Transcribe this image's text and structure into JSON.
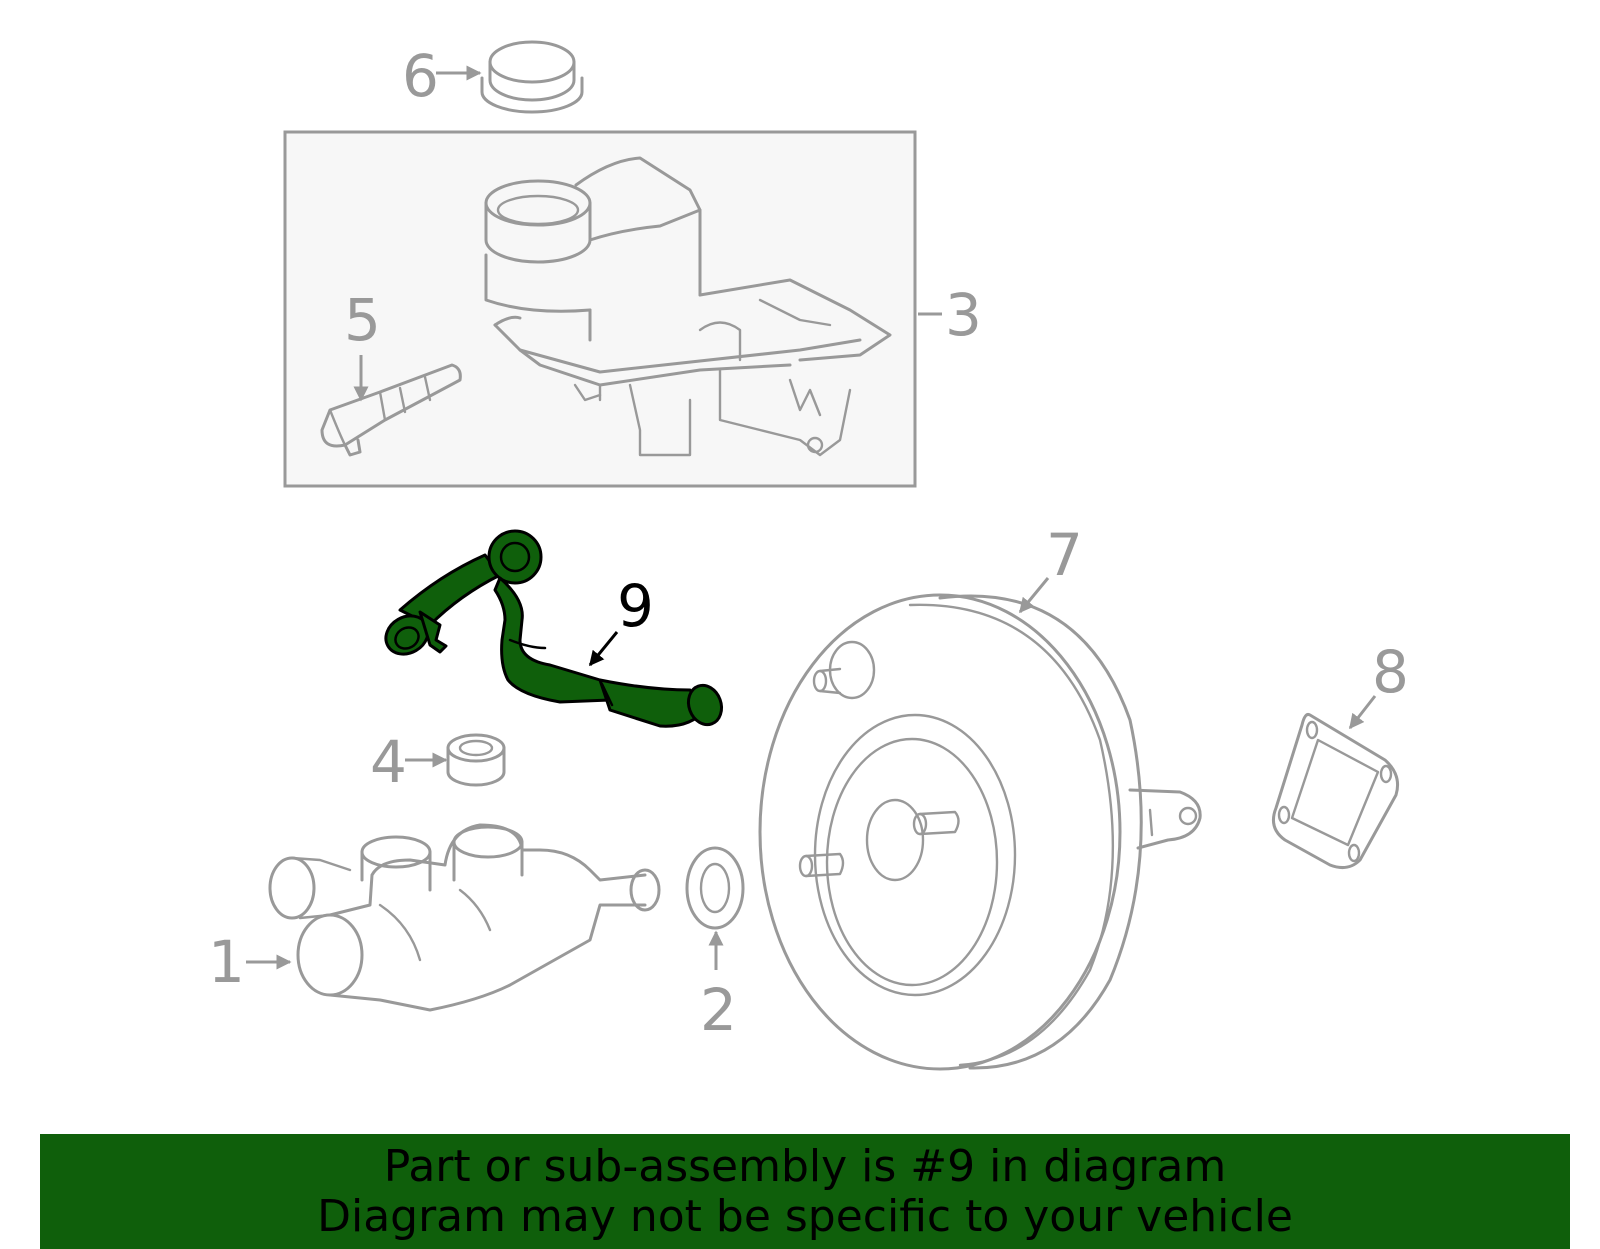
{
  "diagram": {
    "callouts": [
      {
        "number": "1"
      },
      {
        "number": "2"
      },
      {
        "number": "3"
      },
      {
        "number": "4"
      },
      {
        "number": "5"
      },
      {
        "number": "6"
      },
      {
        "number": "7"
      },
      {
        "number": "8"
      },
      {
        "number": "9"
      }
    ],
    "highlighted_part": "9",
    "colors": {
      "highlight_fill": "#0f5f0b",
      "outline_gray": "#999999",
      "banner_background": "#0f5f0b",
      "banner_text": "#000000"
    }
  },
  "banner": {
    "line1": "Part or sub-assembly is #9 in diagram",
    "line2": "Diagram may not be specific to your vehicle"
  }
}
